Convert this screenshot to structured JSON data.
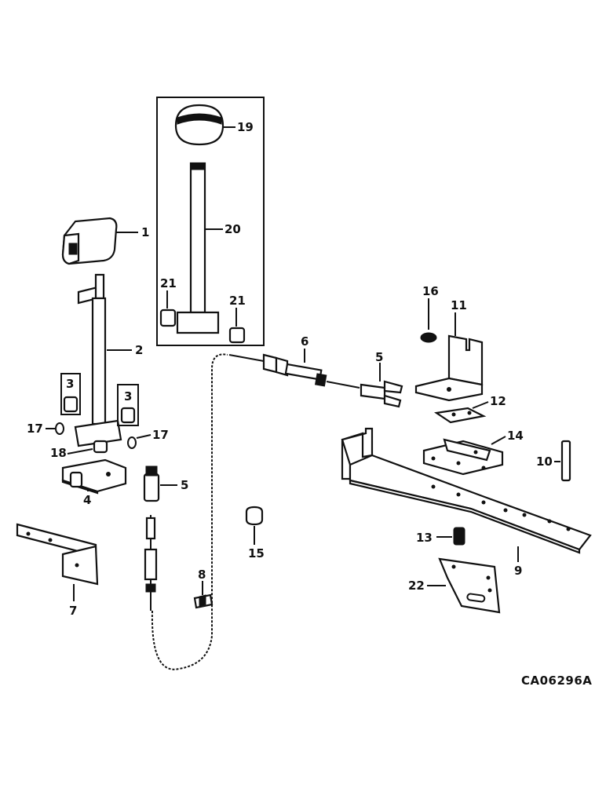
{
  "diagram_code": "CA06296A",
  "callouts": [
    "1",
    "2",
    "3",
    "3",
    "4",
    "5",
    "5",
    "6",
    "7",
    "8",
    "9",
    "10",
    "11",
    "12",
    "13",
    "14",
    "15",
    "16",
    "17",
    "17",
    "18",
    "19",
    "20",
    "21",
    "21",
    "22"
  ],
  "palette": {
    "ink": "#111111",
    "paper": "#ffffff",
    "shade": "#bdbdbd"
  }
}
